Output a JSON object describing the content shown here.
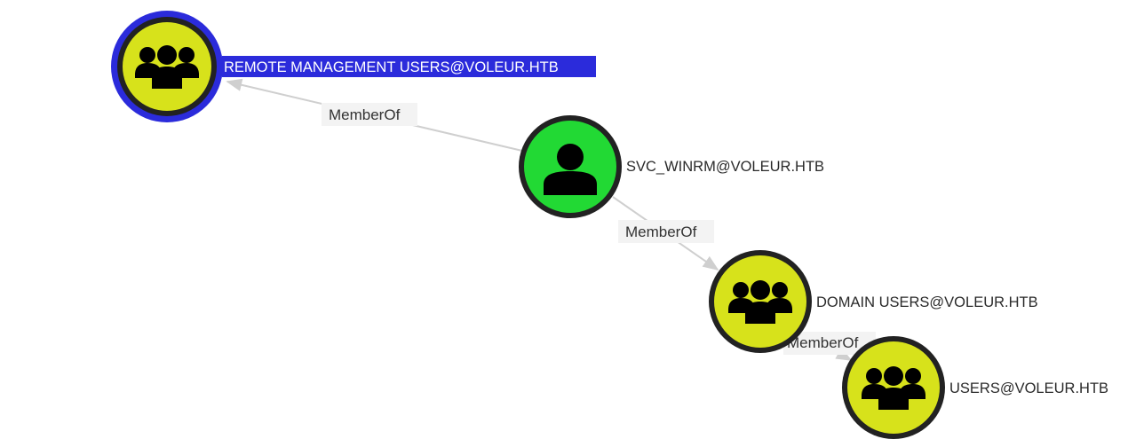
{
  "graph": {
    "nodes": [
      {
        "id": "remote-management-users",
        "label": "REMOTE MANAGEMENT USERS@VOLEUR.HTB",
        "kind": "group",
        "icon": "users-group-icon",
        "fill": "#d7e21b",
        "selected": true
      },
      {
        "id": "svc-winrm",
        "label": "SVC_WINRM@VOLEUR.HTB",
        "kind": "user",
        "icon": "user-icon",
        "fill": "#22d934",
        "selected": false
      },
      {
        "id": "domain-users",
        "label": "DOMAIN USERS@VOLEUR.HTB",
        "kind": "group",
        "icon": "users-group-icon",
        "fill": "#d7e21b",
        "selected": false
      },
      {
        "id": "users",
        "label": "USERS@VOLEUR.HTB",
        "kind": "group",
        "icon": "users-group-icon",
        "fill": "#d7e21b",
        "selected": false
      }
    ],
    "edges": [
      {
        "from": "svc-winrm",
        "to": "remote-management-users",
        "label": "MemberOf"
      },
      {
        "from": "svc-winrm",
        "to": "domain-users",
        "label": "MemberOf"
      },
      {
        "from": "domain-users",
        "to": "users",
        "label": "MemberOf"
      }
    ],
    "colors": {
      "node_border": "#222222",
      "selected_ring": "#2b2bdb",
      "selected_label_bg": "#2b2bdb",
      "edge": "#cfcfcf",
      "edge_label_bg": "#f3f3f3"
    }
  }
}
